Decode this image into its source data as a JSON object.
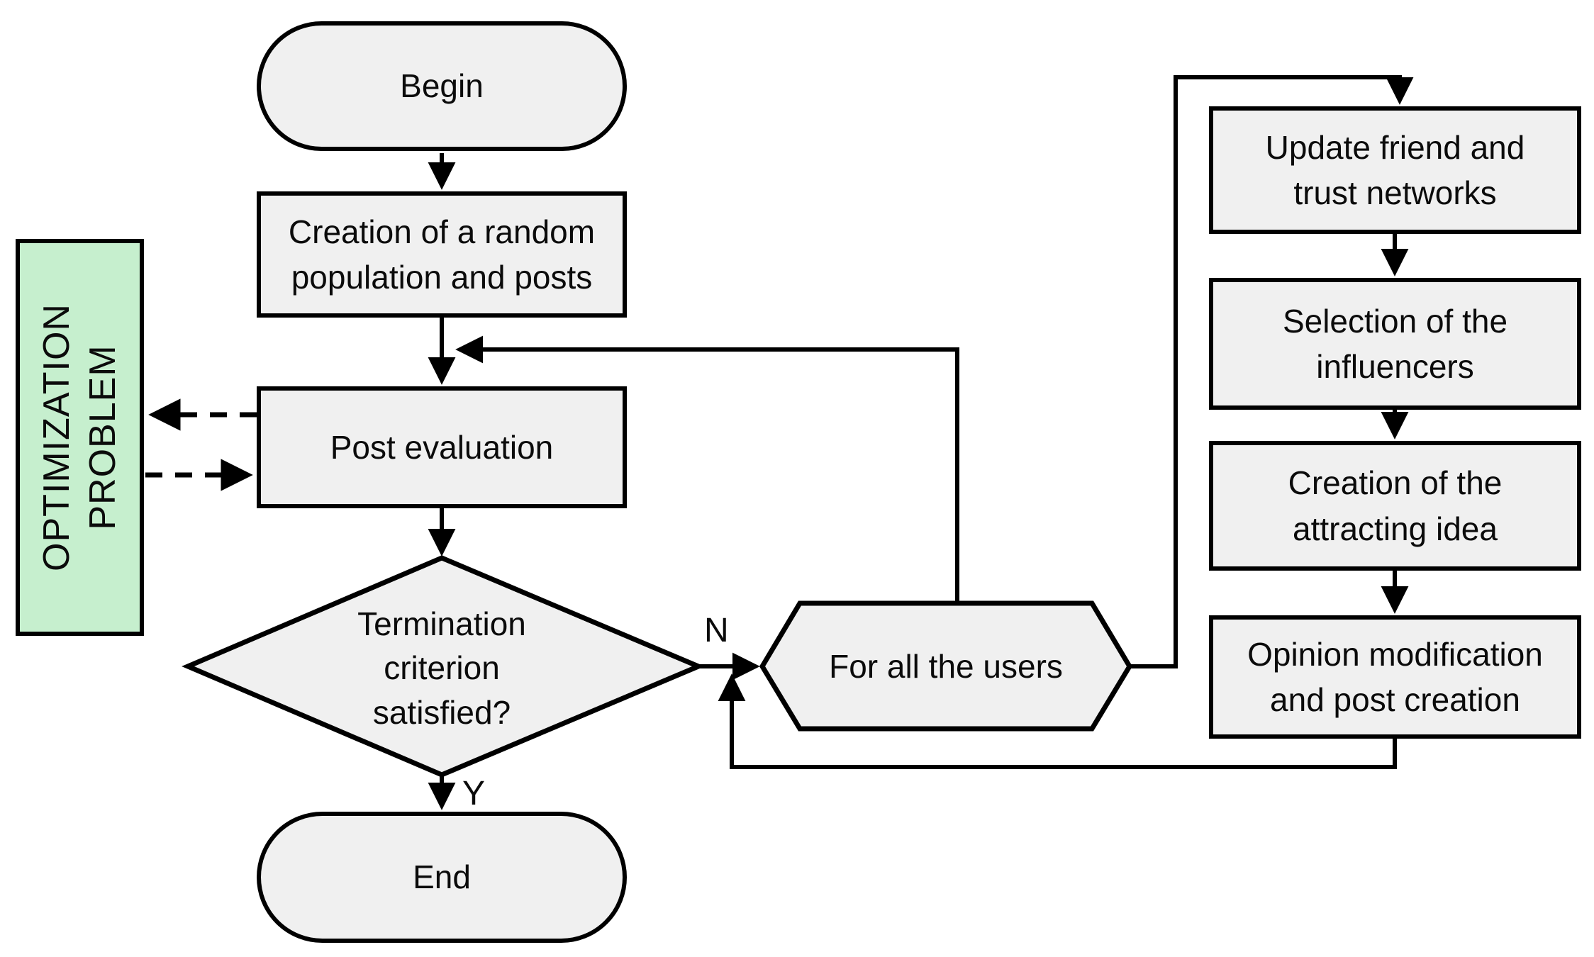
{
  "diagram": {
    "type": "flowchart",
    "colors": {
      "background": "#ffffff",
      "node_fill": "#f0f0f0",
      "node_border": "#000000",
      "highlight_fill": "#c6efce",
      "connector": "#000000"
    },
    "nodes": {
      "begin": {
        "shape": "terminator",
        "label": "Begin"
      },
      "creation_population": {
        "shape": "process",
        "label": "Creation of a random\npopulation and posts"
      },
      "post_evaluation": {
        "shape": "process",
        "label": "Post evaluation"
      },
      "optimization_problem": {
        "shape": "highlight",
        "label": "OPTIMIZATION\nPROBLEM"
      },
      "termination_decision": {
        "shape": "decision",
        "label": "Termination\ncriterion\nsatisfied?"
      },
      "end": {
        "shape": "terminator",
        "label": "End"
      },
      "for_all_users": {
        "shape": "hexagon",
        "label": "For all the users"
      },
      "update_networks": {
        "shape": "process",
        "label": "Update friend  and\ntrust networks"
      },
      "selection_influencers": {
        "shape": "process",
        "label": "Selection of the\ninfluencers"
      },
      "creation_idea": {
        "shape": "process",
        "label": "Creation of the\nattracting idea"
      },
      "opinion_modification": {
        "shape": "process",
        "label": "Opinion modification\nand post creation"
      }
    },
    "edge_labels": {
      "no": "N",
      "yes": "Y"
    },
    "edges": [
      {
        "from": "begin",
        "to": "creation_population",
        "style": "solid"
      },
      {
        "from": "creation_population",
        "to": "post_evaluation",
        "style": "solid"
      },
      {
        "from": "post_evaluation",
        "to": "termination_decision",
        "style": "solid"
      },
      {
        "from": "termination_decision",
        "to": "end",
        "style": "solid",
        "label": "Y"
      },
      {
        "from": "termination_decision",
        "to": "for_all_users",
        "style": "solid",
        "label": "N"
      },
      {
        "from": "for_all_users",
        "to": "post_evaluation",
        "style": "solid"
      },
      {
        "from": "for_all_users",
        "to": "update_networks",
        "style": "solid"
      },
      {
        "from": "update_networks",
        "to": "selection_influencers",
        "style": "solid"
      },
      {
        "from": "selection_influencers",
        "to": "creation_idea",
        "style": "solid"
      },
      {
        "from": "creation_idea",
        "to": "opinion_modification",
        "style": "solid"
      },
      {
        "from": "opinion_modification",
        "to": "termination_decision",
        "style": "solid",
        "note": "returns to N branch junction"
      },
      {
        "from": "post_evaluation",
        "to": "optimization_problem",
        "style": "dashed"
      },
      {
        "from": "optimization_problem",
        "to": "post_evaluation",
        "style": "dashed"
      }
    ]
  }
}
